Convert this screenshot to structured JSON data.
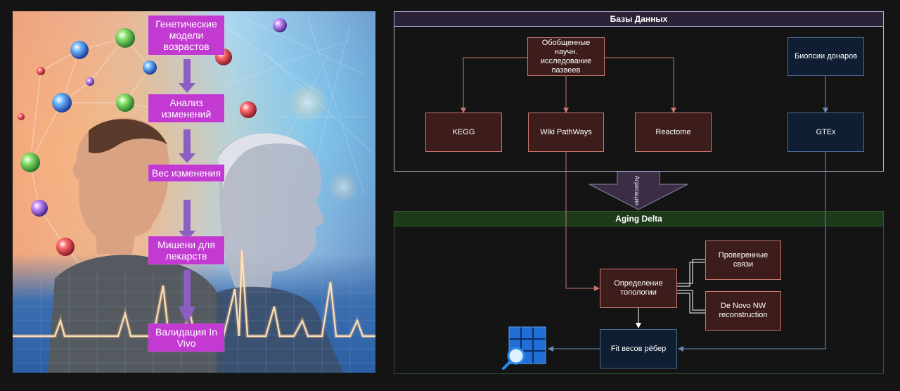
{
  "illustration": {
    "steps": [
      "Генетические модели возрастов",
      "Анализ изменений",
      "Вес изменения",
      "Мишени для лекарств",
      "Валидация In Vivo"
    ]
  },
  "diagram": {
    "databases_title": "Базы Данных",
    "aging_title": "Aging Delta",
    "aggregation_label": "Агрегация",
    "nodes": {
      "generalized": "Обобщенные научн. исследование пазвеев",
      "kegg": "KEGG",
      "wiki": "Wiki PathWays",
      "reactome": "Reactome",
      "biopsy": "Биопсии донаров",
      "gtex": "GTEx",
      "topology": "Определение топологии",
      "verified": "Проверенные связи",
      "denovo": "De Novo NW reconstruction",
      "fit": "Fit весов рёбер"
    }
  },
  "colors": {
    "step_fill": "#c23ad1",
    "red_node_fill": "#3d1c1c",
    "red_node_border": "#c9766f",
    "blue_node_fill": "#0f1e33",
    "blue_node_border": "#4c6c93",
    "db_panel_border": "#b7b0ce",
    "aging_panel_border": "#2f5a2e"
  },
  "icons": {
    "result": "table-search-icon"
  }
}
